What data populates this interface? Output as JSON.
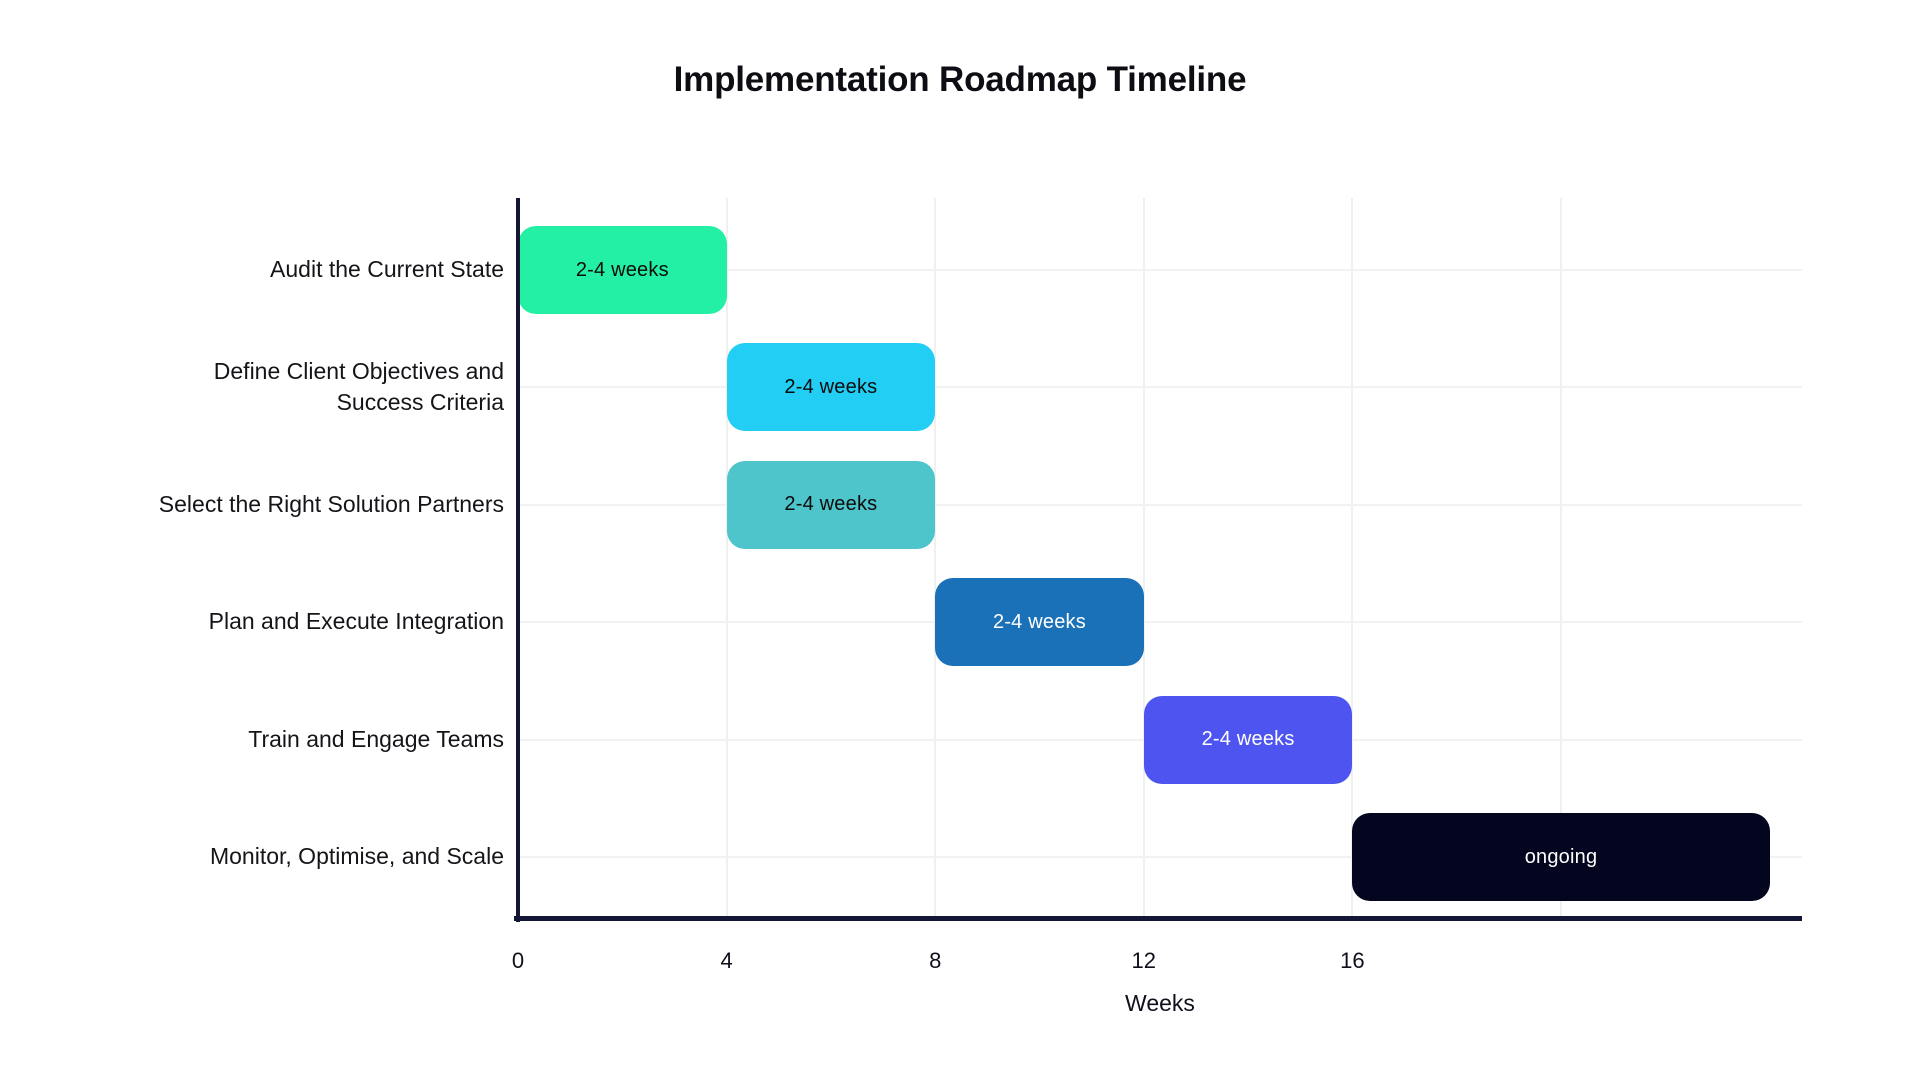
{
  "page": {
    "background": "#ffffff"
  },
  "chart_data": {
    "type": "bar",
    "subtype": "gantt",
    "title": "Implementation Roadmap Timeline",
    "xlabel": "Weeks",
    "ylabel": "",
    "xlim": [
      0,
      24.6
    ],
    "x_ticks": [
      0,
      4,
      8,
      12,
      16
    ],
    "x_tick_labels": [
      "0",
      "4",
      "8",
      "12",
      "16"
    ],
    "x_gridlines": [
      4,
      8,
      12,
      16,
      20
    ],
    "grid": true,
    "legend": false,
    "axis_color": "#131735",
    "gridline_color": "#f0f0f0",
    "tasks": [
      {
        "label": "Audit the Current State",
        "start_week": 0,
        "end_week": 4,
        "duration_label": "2-4 weeks",
        "bar_color": "#23F0A5",
        "label_color": "#0b0b0b"
      },
      {
        "label": "Define Client Objectives and\nSuccess Criteria",
        "start_week": 4,
        "end_week": 8,
        "duration_label": "2-4 weeks",
        "bar_color": "#22CEF4",
        "label_color": "#0b0b0b"
      },
      {
        "label": "Select the Right Solution Partners",
        "start_week": 4,
        "end_week": 8,
        "duration_label": "2-4 weeks",
        "bar_color": "#4EC4CB",
        "label_color": "#0b0b0b"
      },
      {
        "label": "Plan and Execute Integration",
        "start_week": 8,
        "end_week": 12,
        "duration_label": "2-4 weeks",
        "bar_color": "#1A71B8",
        "label_color": "#ffffff"
      },
      {
        "label": "Train and Engage Teams",
        "start_week": 12,
        "end_week": 16,
        "duration_label": "2-4 weeks",
        "bar_color": "#4D54F0",
        "label_color": "#ffffff"
      },
      {
        "label": "Monitor, Optimise, and Scale",
        "start_week": 16,
        "end_week": 24,
        "duration_label": "ongoing",
        "bar_color": "#04051E",
        "label_color": "#ffffff"
      }
    ]
  }
}
